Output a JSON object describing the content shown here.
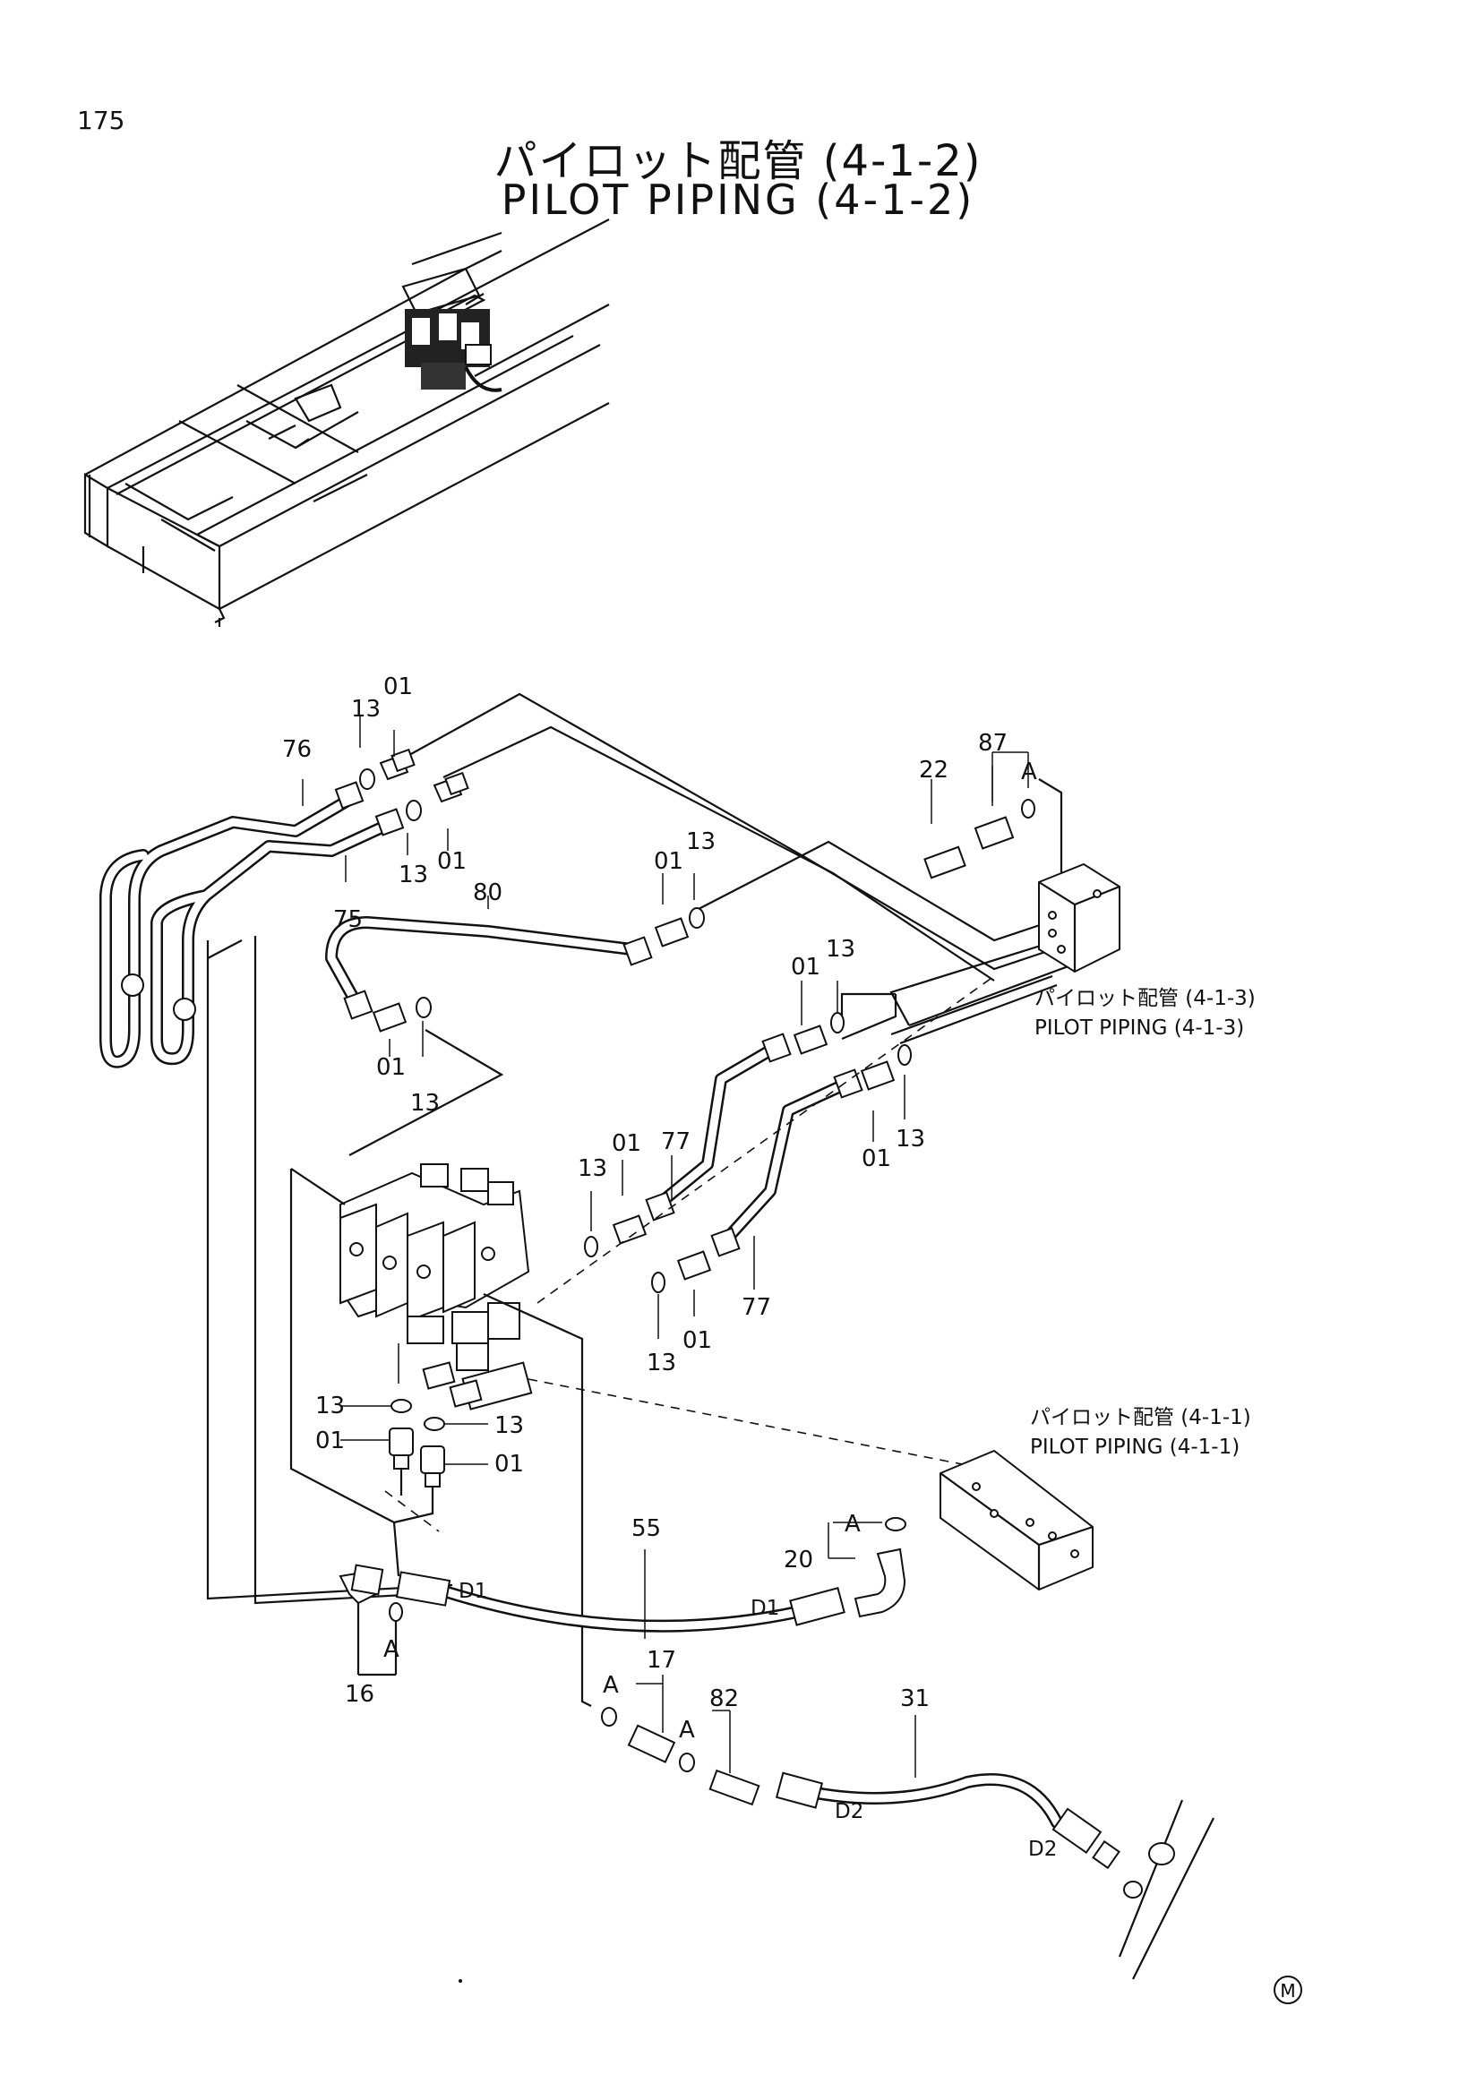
{
  "page_number": "175",
  "title_jp": "パイロット配管 (4-1-2)",
  "title_en": "PILOT PIPING (4-1-2)",
  "references": {
    "ref_413_jp": "パイロット配管 (4-1-3)",
    "ref_413_en": "PILOT PIPING (4-1-3)",
    "ref_411_jp": "パイロット配管 (4-1-1)",
    "ref_411_en": "PILOT PIPING (4-1-1)"
  },
  "callouts": {
    "c01_a": "01",
    "c13_a": "13",
    "c76": "76",
    "c01_b": "01",
    "c13_b": "13",
    "c75": "75",
    "c80": "80",
    "c01_c": "01",
    "c13_c": "13",
    "c22": "22",
    "c87": "87",
    "cA_87": "A",
    "c01_d": "01",
    "c13_d": "13",
    "c01_e": "01",
    "c13_e": "13",
    "c01_f": "01",
    "c13_f": "13",
    "c77_a": "77",
    "c13_g": "13",
    "c01_g": "01",
    "c13_h": "13",
    "c01_h": "01",
    "c77_b": "77",
    "c13_i": "13",
    "c01_i": "01",
    "c13_j": "13",
    "c01_j": "01",
    "c55": "55",
    "cA_20": "A",
    "c20": "20",
    "cD1_a": "D1",
    "cD1_b": "D1",
    "cA_16": "A",
    "c16": "16",
    "c17": "17",
    "cA_17": "A",
    "c82": "82",
    "cA_82": "A",
    "c31": "31",
    "cD2_a": "D2",
    "cD2_b": "D2"
  },
  "corner_mark": "M",
  "icons": {
    "corner_mark": "circled-letter-icon"
  }
}
